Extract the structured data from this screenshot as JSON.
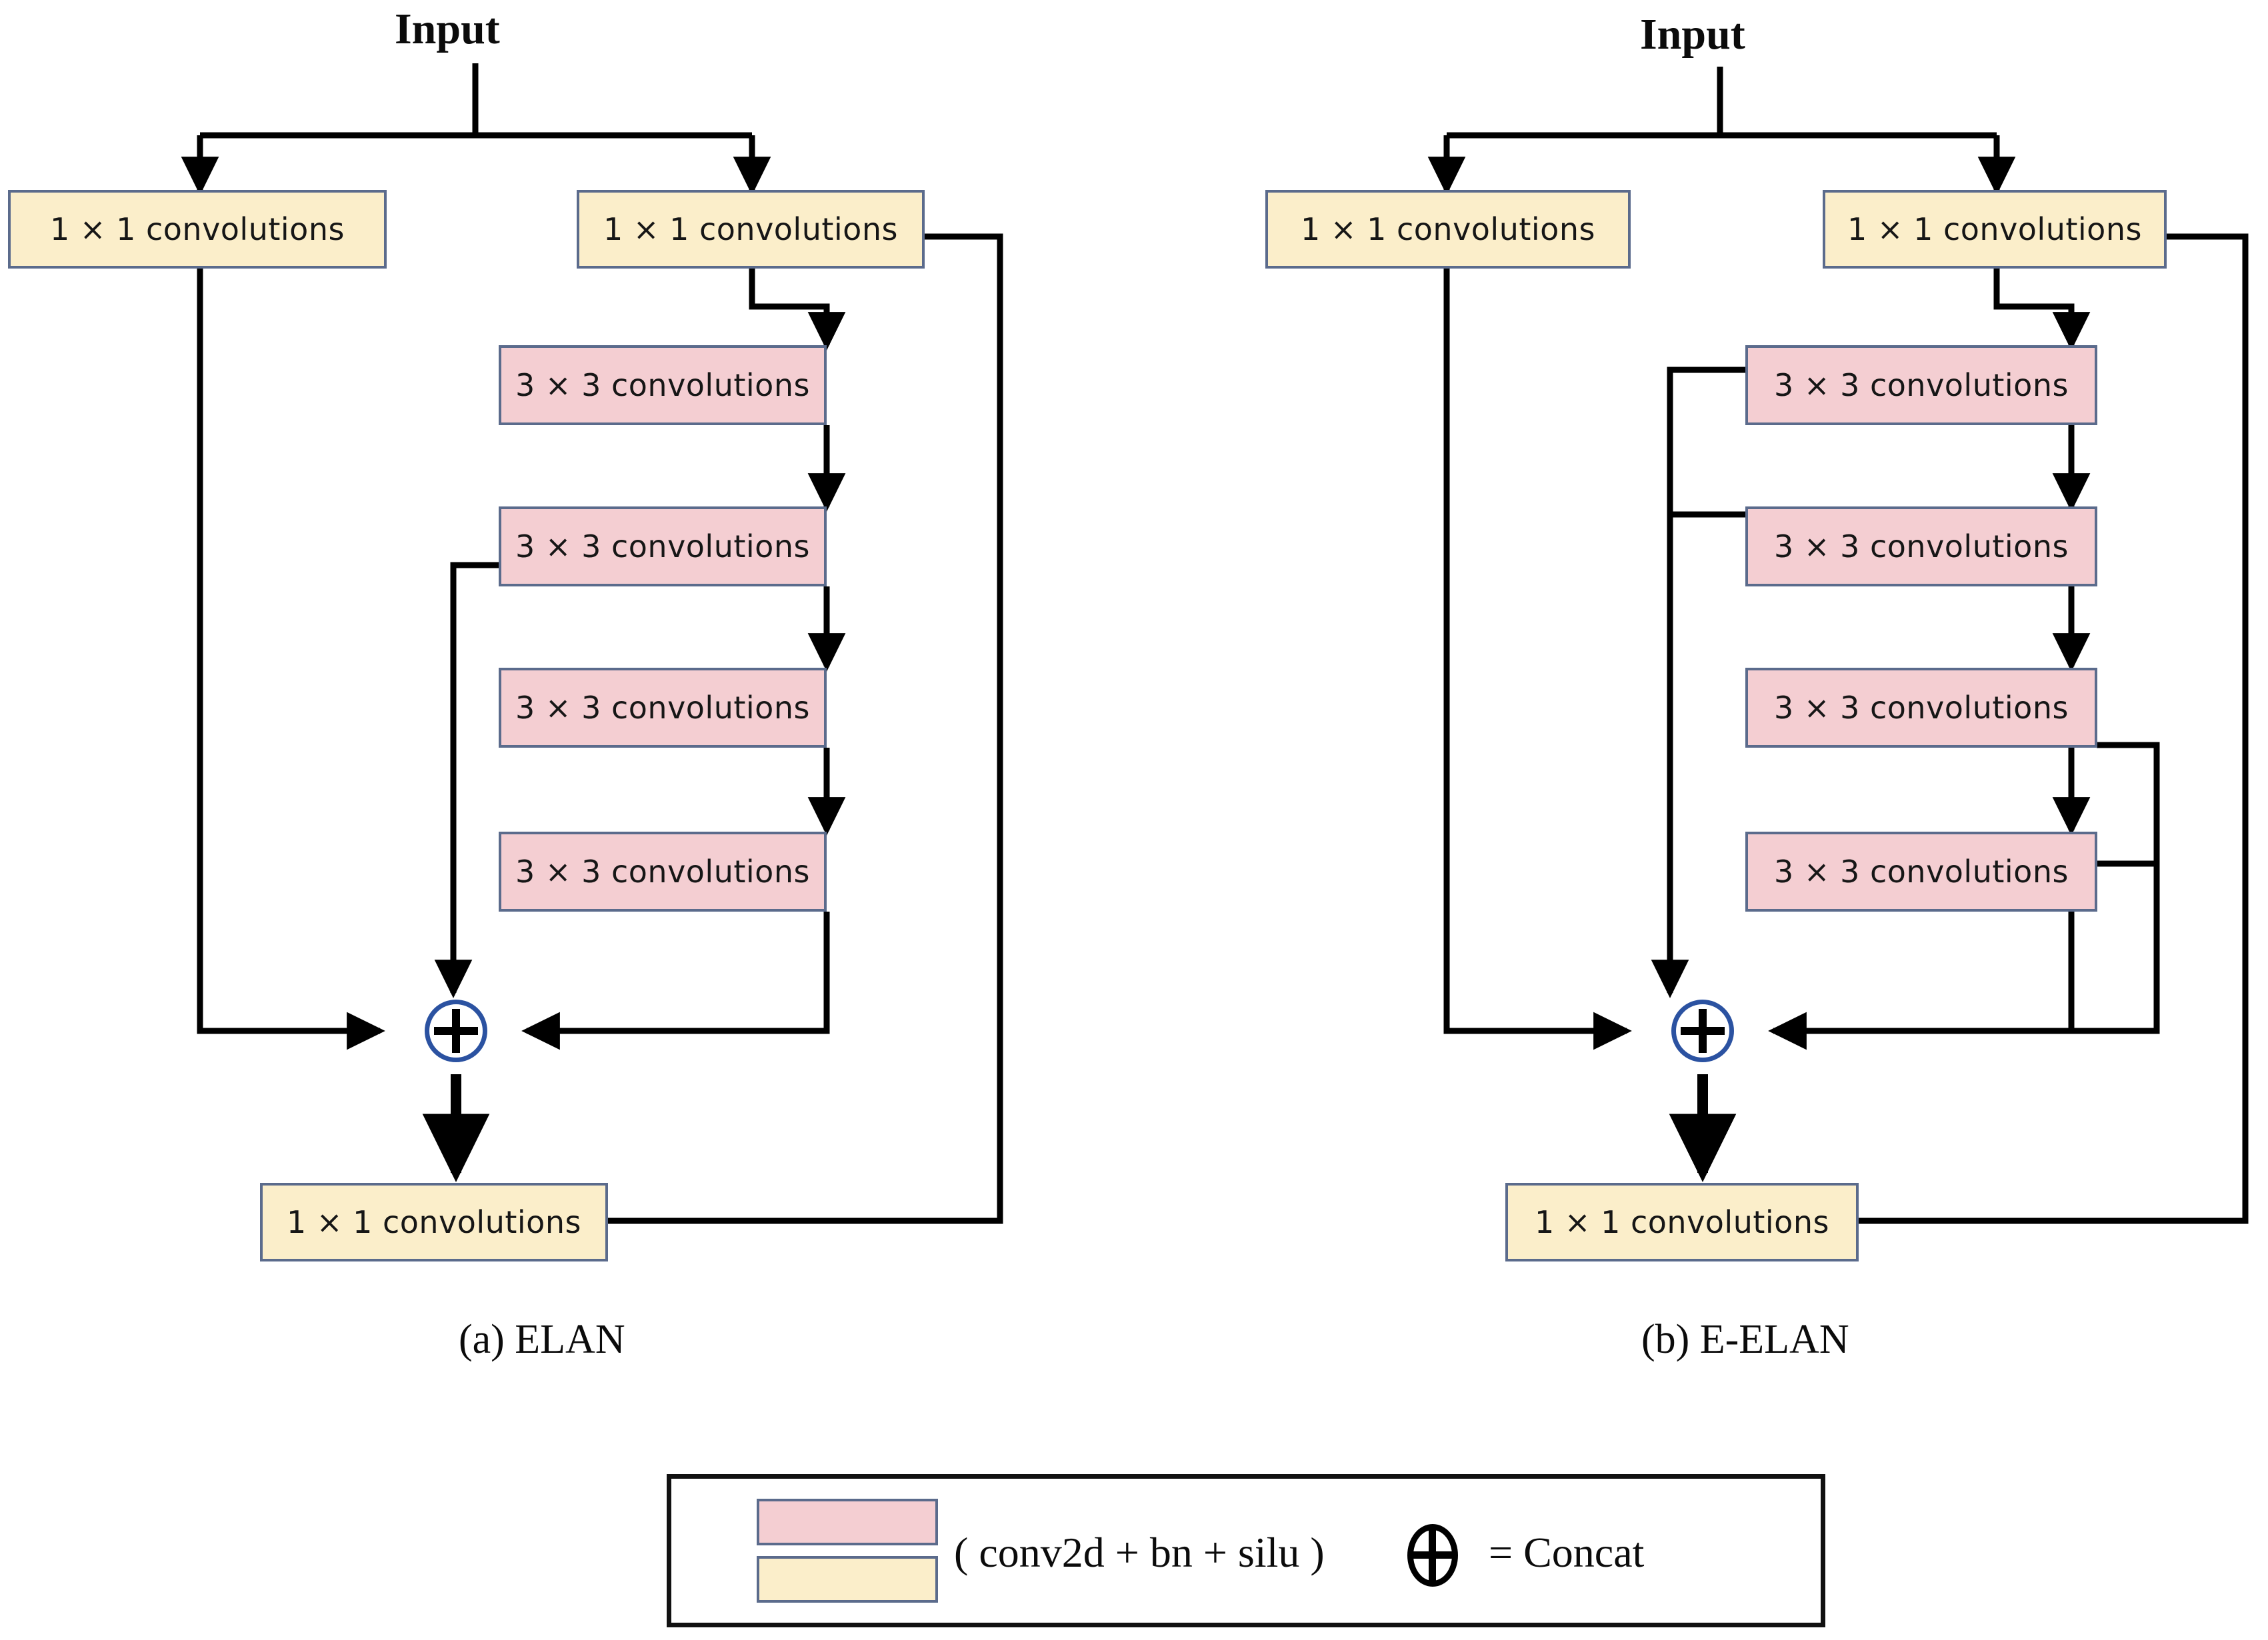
{
  "figure": {
    "panels": [
      {
        "id": "elan",
        "caption": "(a)  ELAN",
        "input_label": "Input",
        "nodes": [
          {
            "name": "left-branch-conv1x1",
            "label": "1 × 1 convolutions",
            "kind": "yellow"
          },
          {
            "name": "right-branch-conv1x1",
            "label": "1 × 1 convolutions",
            "kind": "yellow"
          },
          {
            "name": "conv3x3-1",
            "label": "3 × 3 convolutions",
            "kind": "pink"
          },
          {
            "name": "conv3x3-2",
            "label": "3 × 3 convolutions",
            "kind": "pink"
          },
          {
            "name": "conv3x3-3",
            "label": "3 × 3 convolutions",
            "kind": "pink"
          },
          {
            "name": "conv3x3-4",
            "label": "3 × 3 convolutions",
            "kind": "pink"
          },
          {
            "name": "output-conv1x1",
            "label": "1 × 1 convolutions",
            "kind": "yellow"
          }
        ],
        "concat_symbol": "+"
      },
      {
        "id": "e-elan",
        "caption": "(b)  E-ELAN",
        "input_label": "Input",
        "nodes": [
          {
            "name": "left-branch-conv1x1",
            "label": "1 × 1 convolutions",
            "kind": "yellow"
          },
          {
            "name": "right-branch-conv1x1",
            "label": "1 × 1 convolutions",
            "kind": "yellow"
          },
          {
            "name": "conv3x3-1",
            "label": "3 × 3 convolutions",
            "kind": "pink"
          },
          {
            "name": "conv3x3-2",
            "label": "3 × 3 convolutions",
            "kind": "pink"
          },
          {
            "name": "conv3x3-3",
            "label": "3 × 3 convolutions",
            "kind": "pink"
          },
          {
            "name": "conv3x3-4",
            "label": "3 × 3 convolutions",
            "kind": "pink"
          },
          {
            "name": "output-conv1x1",
            "label": "1 × 1 convolutions",
            "kind": "yellow"
          }
        ],
        "concat_symbol": "+"
      }
    ],
    "legend": {
      "conv_text": "( conv2d + bn + silu )",
      "concat_text": "=  Concat",
      "swatch_pink_name": "3x3-conv-swatch",
      "swatch_yellow_name": "1x1-conv-swatch"
    },
    "colors": {
      "pink": "#f4ced2",
      "yellow": "#fbeeca",
      "box_border": "#5b6b8c",
      "concat_ring": "#2b52a1",
      "wire": "#000000",
      "background": "#ffffff"
    }
  }
}
